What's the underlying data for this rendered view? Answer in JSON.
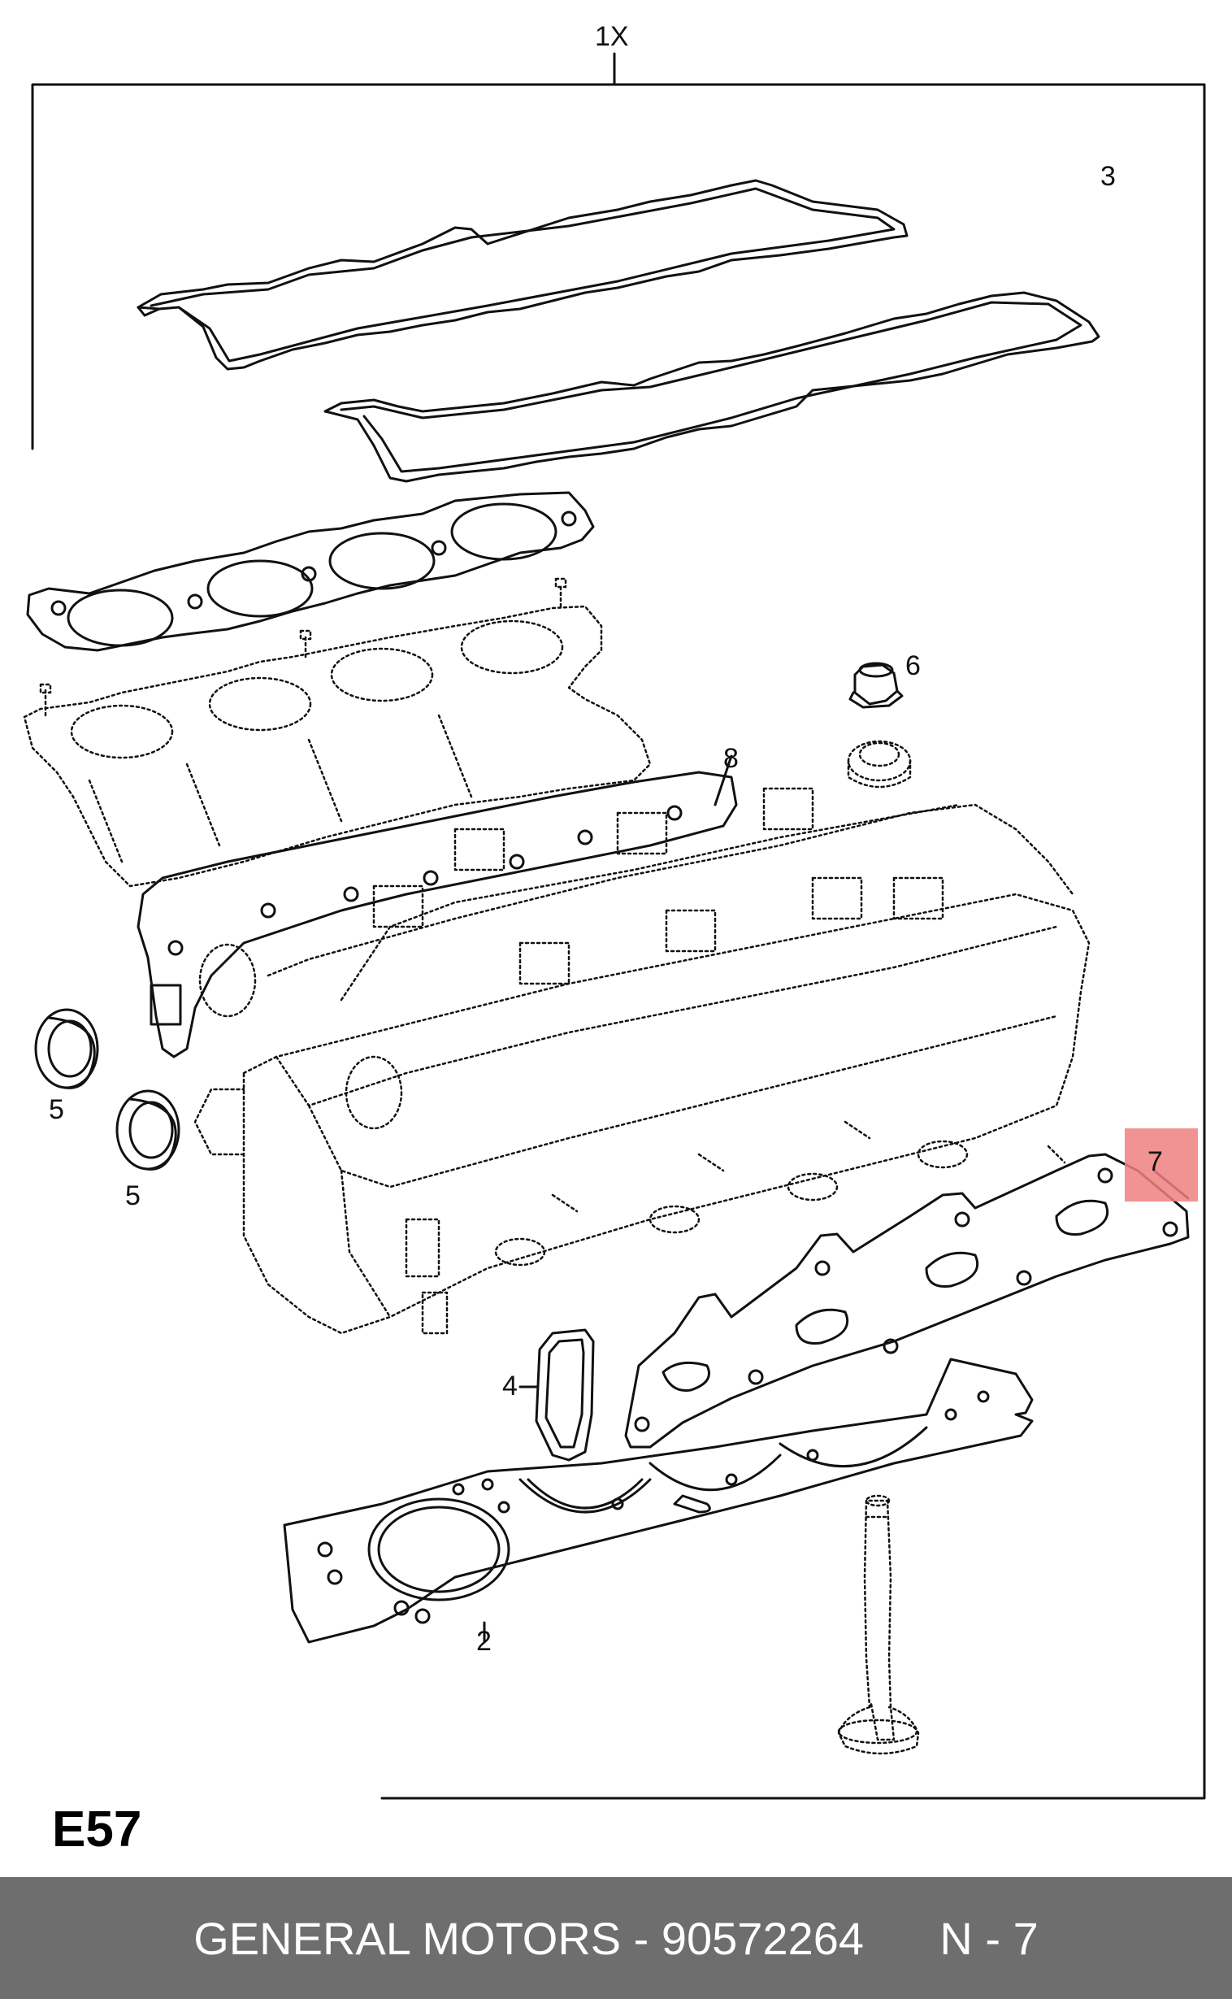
{
  "diagram": {
    "quantity_label": "1X",
    "code": "E57",
    "callouts": {
      "c2": "2",
      "c3": "3",
      "c4": "4",
      "c5a": "5",
      "c5b": "5",
      "c6": "6",
      "c7": "7",
      "c8": "8"
    },
    "highlight_color": "#f08080"
  },
  "footer": {
    "brand": "GENERAL MOTORS - 90572264",
    "page": "N - 7",
    "background": "#6e6e6e"
  }
}
